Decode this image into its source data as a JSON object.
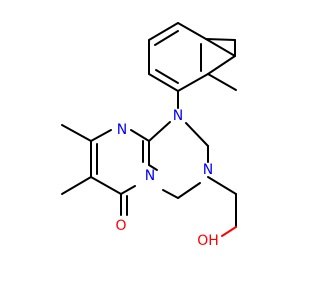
{
  "colors": {
    "carbon_bond": "#000000",
    "nitrogen": "#0000ff",
    "oxygen": "#ff0000",
    "background": "#ffffff"
  },
  "atoms": {
    "n1": "N",
    "n2": "N",
    "n3": "N",
    "n4": "N",
    "carbonyl_o": "O",
    "hydroxyl": "OH"
  }
}
